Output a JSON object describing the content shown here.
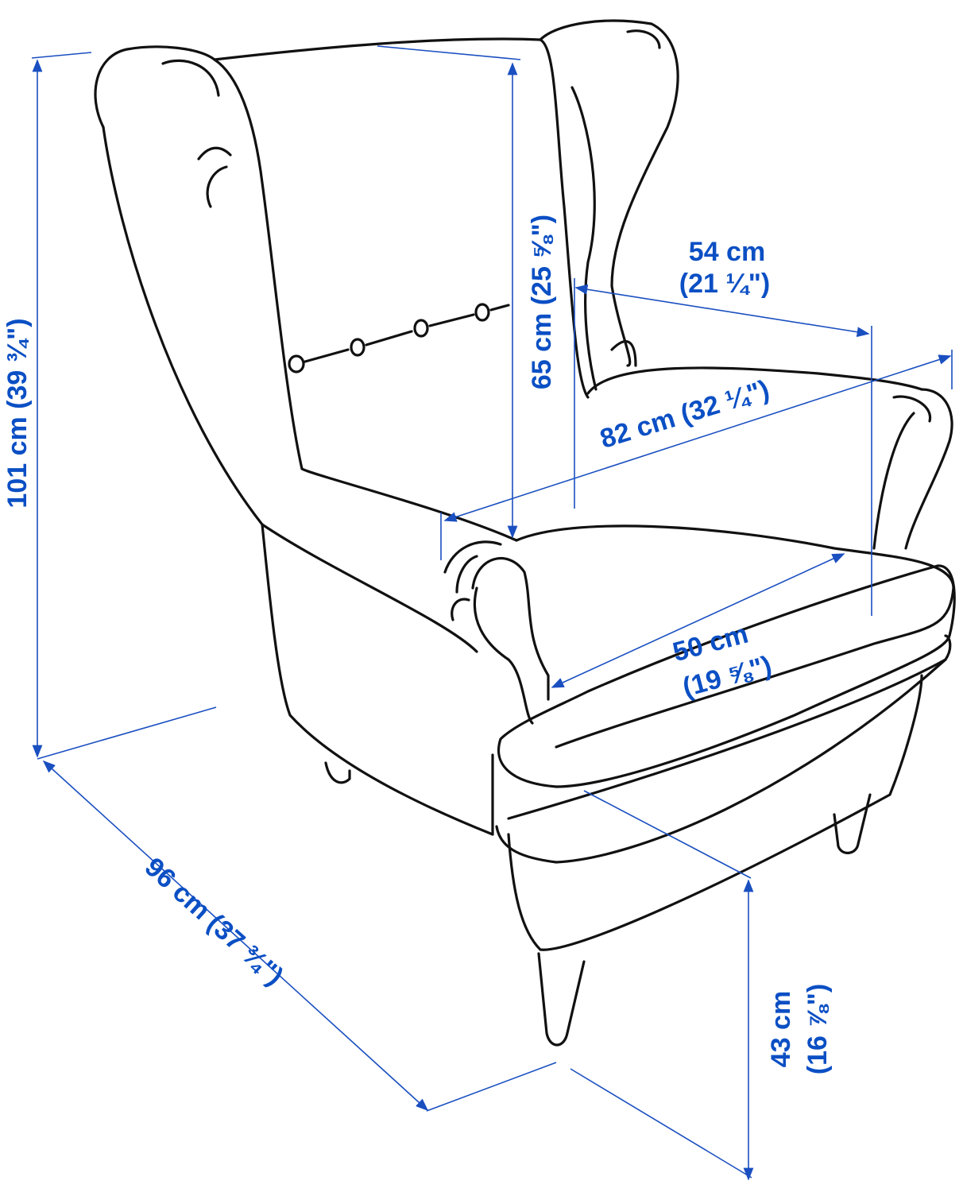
{
  "title": "Wing chair dimensions",
  "accent_color": "#0b4fc4",
  "dimensions": {
    "height": {
      "metric": "101 cm",
      "imperial": "(39 ¾\")"
    },
    "back_height": {
      "metric": "65 cm",
      "imperial": "(25 ⅝\")"
    },
    "seat_width_inner": {
      "metric": "54 cm",
      "imperial": "(21 ¼\")"
    },
    "width": {
      "metric": "82 cm",
      "imperial": "(32 ¼\")"
    },
    "seat_width": {
      "metric": "50 cm",
      "imperial": "(19 ⅝\")"
    },
    "depth": {
      "metric": "96 cm",
      "imperial": "(37 ¾\")"
    },
    "seat_height": {
      "metric": "43 cm",
      "imperial": "(16 ⅞\")"
    }
  }
}
